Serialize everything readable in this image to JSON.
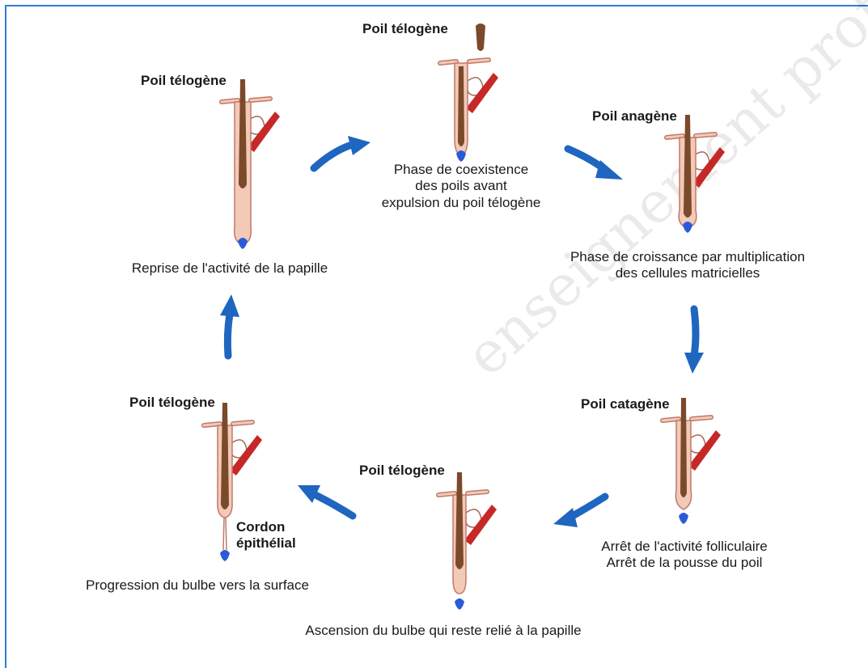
{
  "stages": {
    "top": {
      "title": "Poil télogène",
      "caption": [
        "Phase de coexistence",
        "des poils avant",
        "expulsion du poil télogène"
      ]
    },
    "top_right": {
      "title": "Poil anagène",
      "caption": [
        "Phase de croissance par multiplication",
        "des cellules matricielles"
      ]
    },
    "bottom_right": {
      "title": "Poil catagène",
      "caption": [
        "Arrêt de l'activité folliculaire",
        "Arrêt de la pousse du poil"
      ]
    },
    "bottom": {
      "title": "Poil télogène",
      "caption": [
        "Ascension du bulbe qui reste relié à la papille"
      ]
    },
    "bottom_left": {
      "title": "Poil télogène",
      "side_label": [
        "Cordon",
        "épithélial"
      ],
      "caption": [
        "Progression du bulbe vers la surface"
      ]
    },
    "top_left": {
      "title": "Poil télogène",
      "caption": [
        "Reprise de l'activité de la papille"
      ]
    }
  },
  "watermark": "enseignement professionnel",
  "colors": {
    "arrow": "#1e66c0",
    "frame": "#2e7fd0",
    "follicle_fill": "#f3c9b8",
    "follicle_stroke": "#c07a6a",
    "hair": "#7a4a2a",
    "muscle": "#c62828",
    "papilla_blue": "#2a5bd7"
  }
}
